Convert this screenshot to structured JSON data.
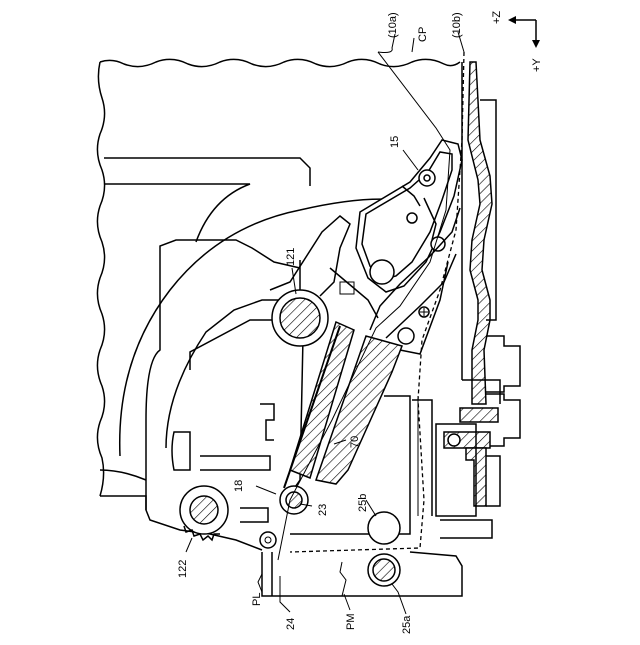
{
  "axes": {
    "z_label": "+Z",
    "y_label": "+Y"
  },
  "labels": {
    "line_10a": "(10a)",
    "line_10b": "(10b)",
    "cp": "CP",
    "part_15": "15",
    "part_121": "121",
    "part_70": "70",
    "part_18": "18",
    "part_23": "23",
    "part_25b": "25b",
    "part_122": "122",
    "part_24": "24",
    "part_pm": "PM",
    "part_25a": "25a",
    "part_pl": "PL"
  }
}
